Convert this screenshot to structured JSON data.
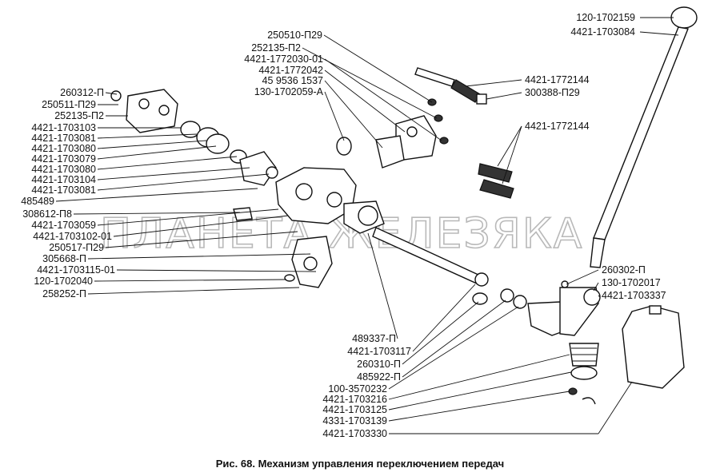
{
  "caption": "Рис. 68. Механизм управления переключением передач",
  "watermark": "ПЛАНЕТА ЖЕЛЕЗЯКА",
  "labels_left": [
    "260312-П",
    "250511-П29",
    "252135-П2",
    "4421-1703103",
    "4421-1703081",
    "4421-1703080",
    "4421-1703079",
    "4421-1703080",
    "4421-1703104",
    "4421-1703081",
    "485489",
    "308612-П8",
    "4421-1703059",
    "4421-1703102-01",
    "250517-П29",
    "305668-П",
    "4421-1703115-01",
    "120-1702040",
    "258252-П"
  ],
  "labels_top": [
    "250510-П29",
    "252135-П2",
    "4421-1772030-01",
    "4421-1772042",
    "45 9536 1537",
    "130-1702059-А"
  ],
  "labels_right_top": [
    "120-1702159",
    "4421-1703084"
  ],
  "labels_right_mid": [
    "4421-1772144",
    "300388-П29",
    "4421-1772144"
  ],
  "labels_right_low": [
    "260302-П",
    "130-1702017",
    "4421-1703337"
  ],
  "labels_bottom": [
    "489337-П",
    "4421-1703117",
    "260310-П",
    "485922-П",
    "100-3570232",
    "4421-1703216",
    "4421-1703125",
    "4331-1703139",
    "4421-1703330"
  ],
  "icons": [
    "gear-shift-lever-icon",
    "shift-housing-icon",
    "selector-rod-icon",
    "fluid-reservoir-icon",
    "spring-icon"
  ]
}
